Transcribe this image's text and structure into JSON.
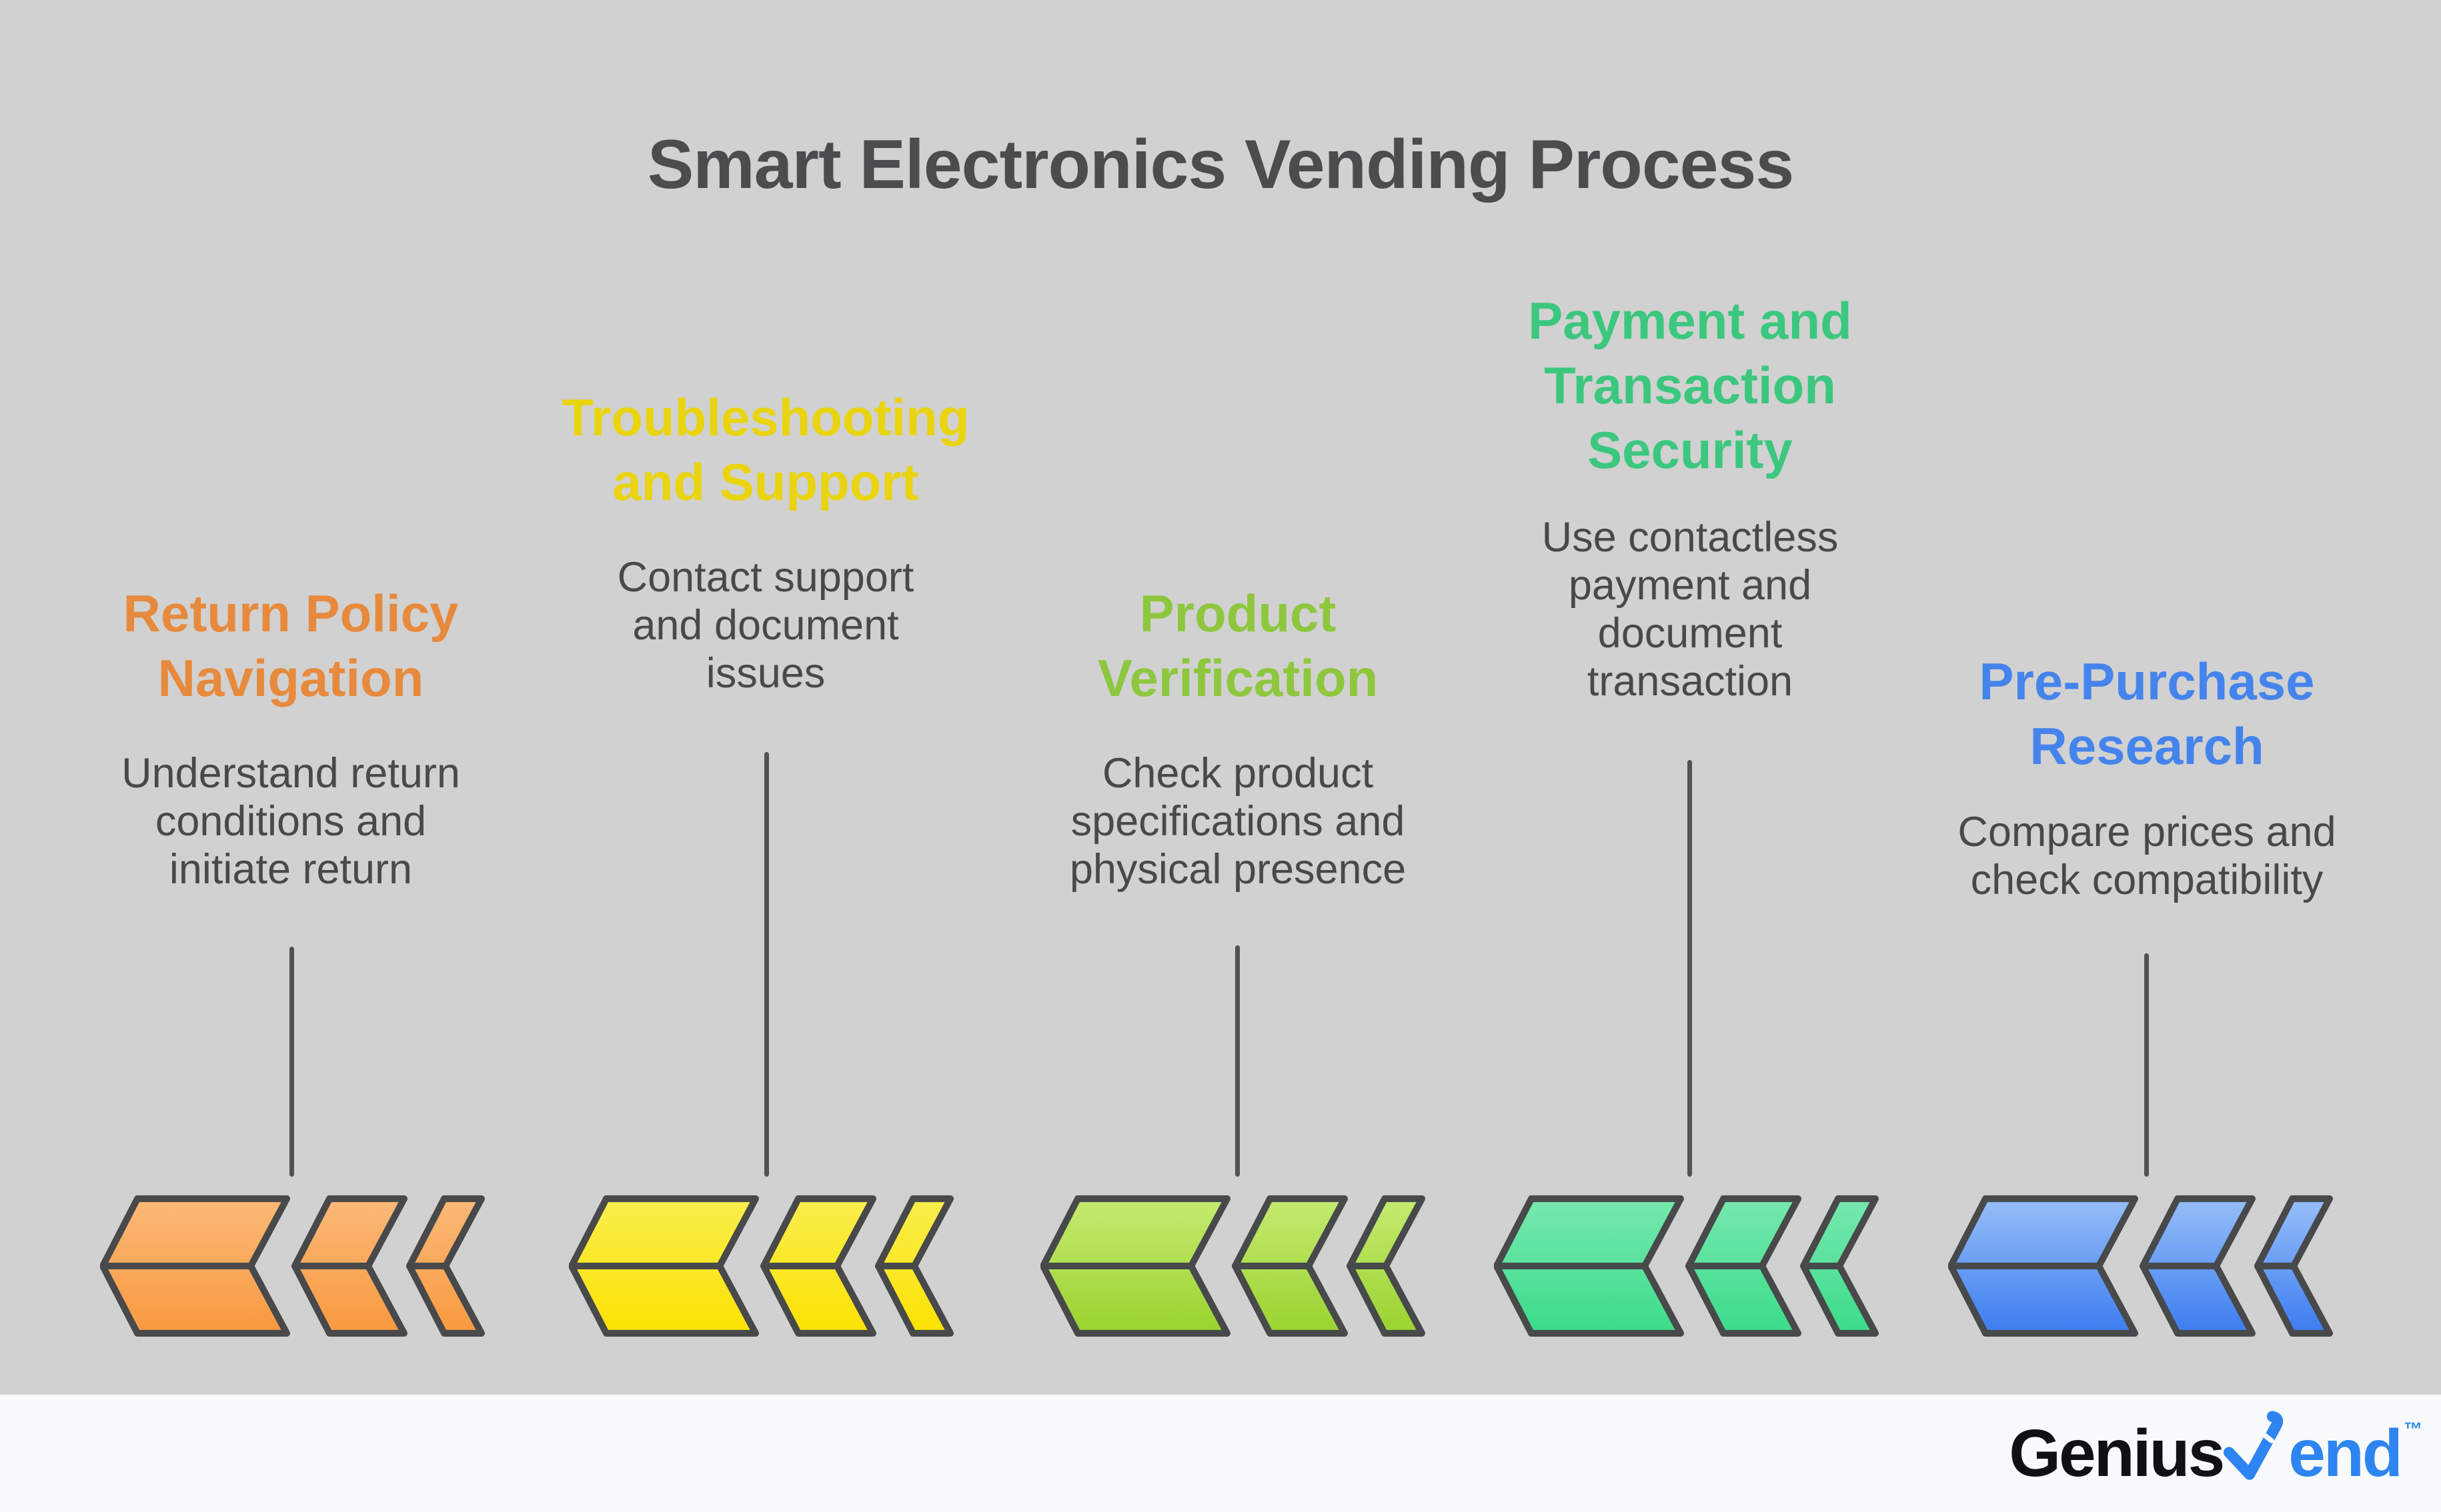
{
  "title": {
    "text": "Smart Electronics Vending Process",
    "color": "#4b4c4e"
  },
  "stages": [
    {
      "name": "Return Policy\nNavigation",
      "description": "Understand return\nconditions and\ninitiate return",
      "title_color": "#e78a3d",
      "chevron_top": "#fbb977",
      "chevron_bottom": "#f8993f"
    },
    {
      "name": "Troubleshooting\nand Support",
      "description": "Contact support\nand document\nissues",
      "title_color": "#e9d40f",
      "chevron_top": "#faee4d",
      "chevron_bottom": "#fce203"
    },
    {
      "name": "Product\nVerification",
      "description": "Check product\nspecifications and\nphysical presence",
      "title_color": "#8ec73e",
      "chevron_top": "#c5ea70",
      "chevron_bottom": "#9ad32f"
    },
    {
      "name": "Payment and\nTransaction\nSecurity",
      "description": "Use contactless\npayment and\ndocument\ntransaction",
      "title_color": "#3cc77f",
      "chevron_top": "#77e8ae",
      "chevron_bottom": "#3bdc8a"
    },
    {
      "name": "Pre-Purchase\nResearch",
      "description": "Compare prices and\ncheck compatibility",
      "title_color": "#4584ec",
      "chevron_top": "#97bef8",
      "chevron_bottom": "#3c7df1"
    }
  ],
  "footer": {
    "brand_black": "Genius",
    "brand_blue": "end",
    "trademark": "™",
    "brand_blue_color": "#2e85f1"
  },
  "canvas": {
    "background": "#d1d1d1",
    "footer_background": "#f8fafc",
    "line_color": "#505254",
    "chevron_stroke": "#47494b"
  }
}
